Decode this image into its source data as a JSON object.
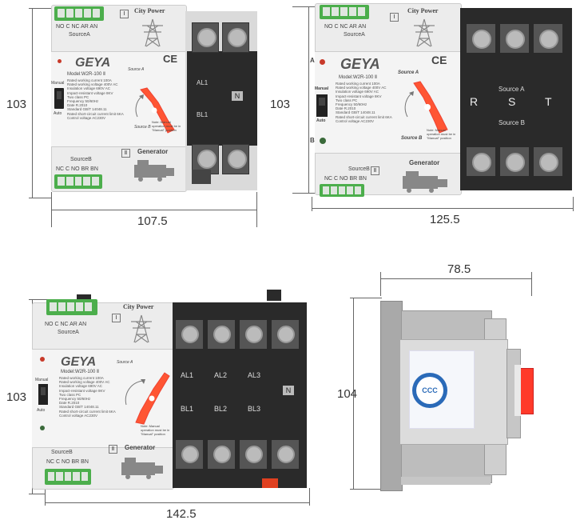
{
  "dimensions": {
    "d1_height": "103",
    "d1_width": "107.5",
    "d2_height": "103",
    "d2_width": "125.5",
    "d3_height": "103",
    "d3_width": "142.5",
    "d4_height": "104",
    "d4_depth": "78.5"
  },
  "device": {
    "terminal_top_labels": "NO C NC AR AN",
    "source_a_label": "SourceA",
    "source_b_label": "SourceB",
    "terminal_bottom_labels": "NC C NO BR BN",
    "city_power": "City Power",
    "generator": "Generator",
    "roman_1": "Ⅰ",
    "roman_2": "Ⅱ",
    "brand": "GEYA",
    "model": "Model:W2R-100 Ⅱ",
    "source_a_tag": "Source A",
    "source_b_tag": "Source B",
    "manual": "Manual",
    "auto": "Auto",
    "led_a": "A",
    "led_b": "B",
    "note": "Note: Manual operation must be in \"Manual\" position",
    "ce": "CE",
    "spec_lines": [
      "Rated working current       100A",
      "Rated working voltage      400V AC",
      "Insulation voltage            690V AC",
      "Impact-resistant voltage    8KV",
      "Two class                          PC",
      "Frequency                       50/60Hz",
      "Date                                R.2010",
      "Standard                     GB/T 14048.11",
      "Rated short-circuit current limit   6KA",
      "Control voltage                 AC230V"
    ],
    "phase_2p": [
      "AL1",
      "BL1",
      "N"
    ],
    "phase_3p": [
      "R",
      "S",
      "T"
    ],
    "phase_3p_a": "Source A",
    "phase_3p_b": "Source B",
    "phase_4p_top": [
      "AL1",
      "AL2",
      "AL3",
      "N"
    ],
    "phase_4p_bottom": [
      "BL1",
      "BL2",
      "BL3"
    ]
  },
  "side_view": {
    "badge_text": "CCC"
  },
  "colors": {
    "handle": "#ff5533",
    "terminal_green": "#4cae4c",
    "housing": "#ececec",
    "breaker_black": "#2a2a2a",
    "led_red": "#c83a2a",
    "led_green": "#3a6a3a"
  }
}
